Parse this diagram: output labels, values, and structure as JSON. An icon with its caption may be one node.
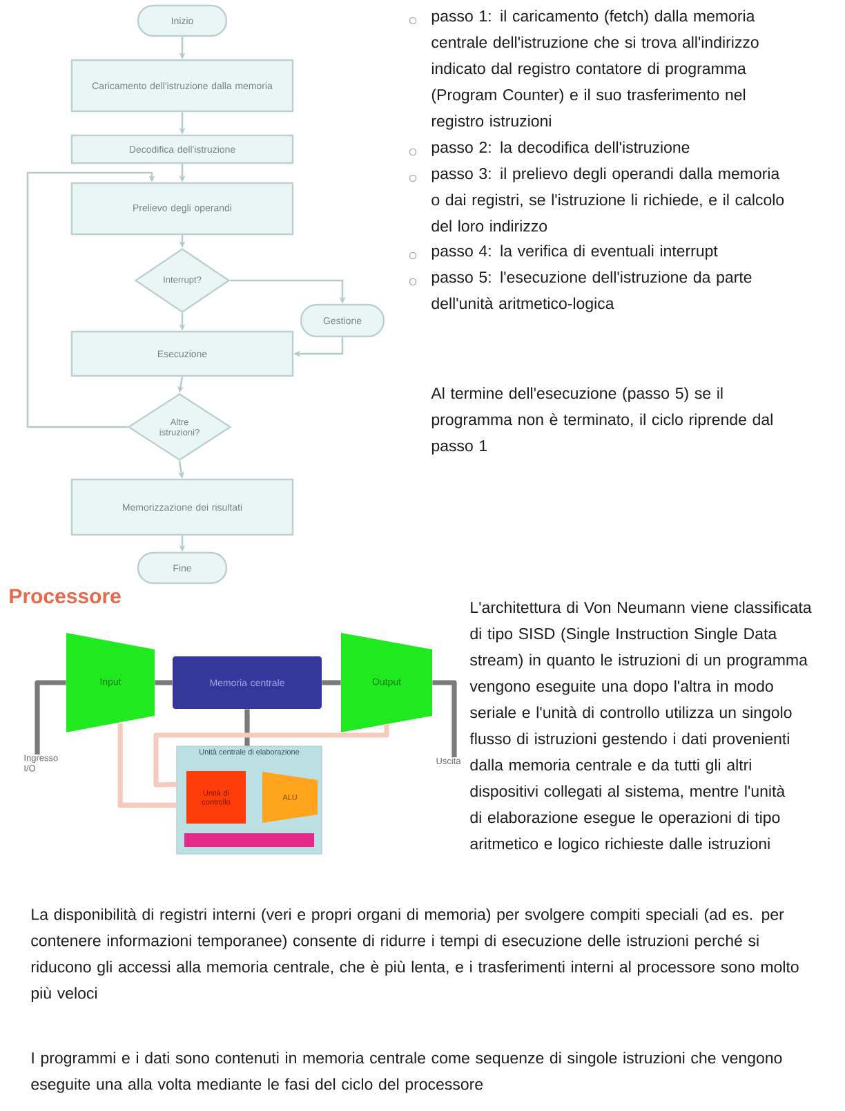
{
  "diagram": {
    "nodes": [
      {
        "text": [
          "Inizio"
        ]
      },
      {
        "text": [
          "Caricamento dell'istruzione dalla memoria"
        ]
      },
      {
        "text": [
          "Decodifica dell'istruzione"
        ]
      },
      {
        "text": [
          "Prelievo degli operandi"
        ]
      },
      {
        "text": [
          "Interrupt?"
        ]
      },
      {
        "text": [
          "Gestione"
        ]
      },
      {
        "text": [
          "Esecuzione"
        ]
      },
      {
        "text": [
          "Altre istruzioni?"
        ]
      },
      {
        "text": [
          "Memorizzazione dei risultati"
        ]
      },
      {
        "text": [
          "Fine"
        ]
      },
      {
        "text": [
          "Input"
        ]
      },
      {
        "text": [
          "Memoria centrale"
        ]
      },
      {
        "text": [
          "Output"
        ]
      },
      {
        "text": [
          "Unità centrale di elaborazione"
        ]
      },
      {
        "text": [
          "Unità di controllo"
        ],
        "in": 13
      },
      {
        "text": [
          "ALU"
        ],
        "in": 13
      },
      {
        "text": [],
        "shape": "bar",
        "in": 13
      },
      {
        "text": [
          "Ingresso I/O"
        ]
      },
      {
        "text": [
          "Uscita"
        ]
      }
    ],
    "edges": [
      {
        "from": 0,
        "to": 1,
        "arrow": "to"
      },
      {
        "from": 1,
        "to": 2,
        "arrow": "to"
      },
      {
        "from": 2,
        "to": 3,
        "arrow": "to"
      },
      {
        "from": 3,
        "to": 4,
        "arrow": "to"
      },
      {
        "from": 4,
        "to": 5,
        "arrow": "to"
      },
      {
        "from": 4,
        "to": 6,
        "arrow": "to"
      },
      {
        "from": 5,
        "to": 6,
        "arrow": "to"
      },
      {
        "from": 6,
        "to": 7,
        "arrow": "to"
      },
      {
        "from": 7,
        "to": 3,
        "arrow": "to"
      },
      {
        "from": 7,
        "to": 8,
        "arrow": "to"
      },
      {
        "from": 8,
        "to": 9,
        "arrow": "to"
      },
      {
        "from": 17,
        "to": 10,
        "arrow": "none",
        "style": "thick",
        "color": "#7a7a7a"
      },
      {
        "from": 10,
        "to": 11,
        "arrow": "none",
        "style": "thick",
        "color": "#7a7a7a"
      },
      {
        "from": 11,
        "to": 12,
        "arrow": "none",
        "style": "thick",
        "color": "#7a7a7a"
      },
      {
        "from": 12,
        "to": 18,
        "arrow": "none",
        "style": "thick",
        "color": "#7a7a7a"
      },
      {
        "from": 11,
        "to": 13,
        "arrow": "none",
        "style": "thick",
        "color": "#7a7a7a"
      },
      {
        "from": 13,
        "to": 10,
        "arrow": "none",
        "style": "thick",
        "color": "#f4cbbd"
      },
      {
        "from": 13,
        "to": 12,
        "arrow": "none",
        "style": "thick",
        "color": "#f4cbbd"
      }
    ],
    "labels": [
      "passo 1: il caricamento (fetch) dalla memoria centrale dell'istruzione che si trova all'indirizzo indicato dal registro contatore di programma (Program Counter) e il suo trasferimento nel registro istruzioni",
      "passo 2: la decodifica dell'istruzione",
      "passo 3: il prelievo degli operandi dalla memoria o dai registri, se l'istruzione li richiede, e il calcolo del loro indirizzo",
      "passo 4: la verifica di eventuali interrupt",
      "passo 5: l'esecuzione dell'istruzione da parte dell'unità aritmetico-logica",
      "Al termine dell'esecuzione (passo 5) se il programma non è terminato, il ciclo riprende dal passo 1",
      "Processore",
      "L'architettura di Von Neumann viene classificata di tipo SISD (Single Instruction Single Data stream) in quanto le istruzioni di un programma vengono eseguite una dopo l'altra in modo seriale e l'unità di controllo utilizza un singolo flusso di istruzioni gestendo i dati provenienti dalla memoria centrale e da tutti gli altri dispositivi collegati al sistema, mentre l'unità di elaborazione esegue le operazioni di tipo aritmetico e logico richieste dalle istruzioni",
      "La disponibilità di registri interni (veri e propri organi di memoria) per svolgere compiti speciali (ad es. per contenere informazioni temporanee) consente di ridurre i tempi di esecuzione delle istruzioni perché si riducono gli accessi alla memoria centrale, che è più lenta, e i trasferimenti interni al processore sono molto più veloci",
      "I programmi e i dati sono contenuti in memoria centrale come sequenze di singole istruzioni che vengono eseguite una alla volta mediante le fasi del ciclo del processore"
    ]
  }
}
